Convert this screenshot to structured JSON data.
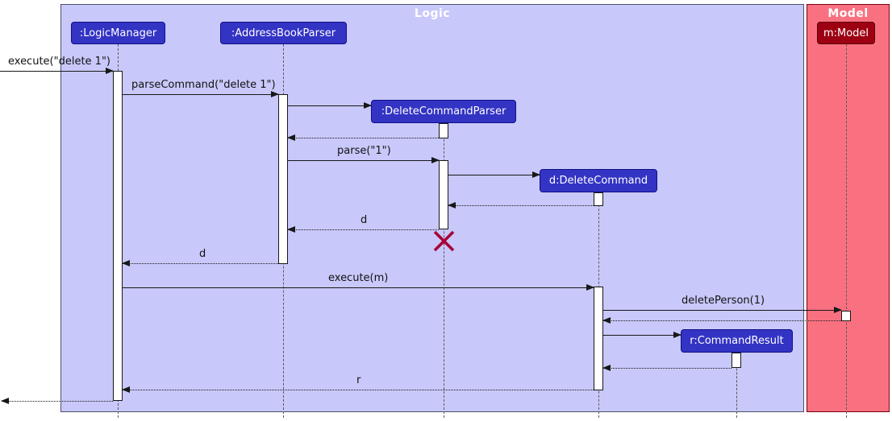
{
  "diagram": {
    "type": "uml-sequence-diagram",
    "frames": [
      {
        "name": "Logic",
        "fill": "#C8C8FA",
        "border": "#50506A",
        "title_color": "#FFFFFF"
      },
      {
        "name": "Model",
        "fill": "#F97181",
        "border": "#7A0011",
        "title_color": "#FFFFFF"
      }
    ],
    "participants": [
      {
        "label": ":LogicManager",
        "frame": "Logic",
        "fill": "#3333C4",
        "text_color": "#FFFFFF"
      },
      {
        "label": ":AddressBookParser",
        "frame": "Logic",
        "fill": "#3333C4",
        "text_color": "#FFFFFF"
      },
      {
        "label": ":DeleteCommandParser",
        "frame": "Logic",
        "fill": "#3333C4",
        "text_color": "#FFFFFF",
        "created_during_flow": true,
        "destroyed": true
      },
      {
        "label": "d:DeleteCommand",
        "frame": "Logic",
        "fill": "#3333C4",
        "text_color": "#FFFFFF",
        "created_during_flow": true
      },
      {
        "label": "r:CommandResult",
        "frame": "Logic",
        "fill": "#3333C4",
        "text_color": "#FFFFFF",
        "created_during_flow": true
      },
      {
        "label": "m:Model",
        "frame": "Model",
        "fill": "#9D0012",
        "text_color": "#FFFFFF"
      }
    ],
    "messages": [
      {
        "from": "caller",
        "to": ":LogicManager",
        "label": "execute(\"delete 1\")",
        "style": "sync"
      },
      {
        "from": ":LogicManager",
        "to": ":AddressBookParser",
        "label": "parseCommand(\"delete 1\")",
        "style": "sync"
      },
      {
        "from": ":AddressBookParser",
        "to": ":DeleteCommandParser",
        "label": "",
        "style": "create"
      },
      {
        "from": ":DeleteCommandParser",
        "to": ":AddressBookParser",
        "label": "",
        "style": "return"
      },
      {
        "from": ":AddressBookParser",
        "to": ":DeleteCommandParser",
        "label": "parse(\"1\")",
        "style": "sync"
      },
      {
        "from": ":DeleteCommandParser",
        "to": "d:DeleteCommand",
        "label": "",
        "style": "create"
      },
      {
        "from": "d:DeleteCommand",
        "to": ":DeleteCommandParser",
        "label": "",
        "style": "return"
      },
      {
        "from": ":DeleteCommandParser",
        "to": ":AddressBookParser",
        "label": "d",
        "style": "return"
      },
      {
        "from": ":AddressBookParser",
        "to": ":LogicManager",
        "label": "d",
        "style": "return"
      },
      {
        "from": ":LogicManager",
        "to": "d:DeleteCommand",
        "label": "execute(m)",
        "style": "sync"
      },
      {
        "from": "d:DeleteCommand",
        "to": "m:Model",
        "label": "deletePerson(1)",
        "style": "sync"
      },
      {
        "from": "m:Model",
        "to": "d:DeleteCommand",
        "label": "",
        "style": "return"
      },
      {
        "from": "d:DeleteCommand",
        "to": "r:CommandResult",
        "label": "",
        "style": "create"
      },
      {
        "from": "r:CommandResult",
        "to": "d:DeleteCommand",
        "label": "",
        "style": "return"
      },
      {
        "from": "d:DeleteCommand",
        "to": ":LogicManager",
        "label": "r",
        "style": "return"
      },
      {
        "from": ":LogicManager",
        "to": "caller",
        "label": "",
        "style": "return"
      }
    ],
    "destroy_marker": {
      "participant": ":DeleteCommandParser",
      "color": "#A80036"
    },
    "colors": {
      "arrow": "#181818",
      "lifeline": "#5A5A5A",
      "background": "#FFFFFF"
    }
  }
}
